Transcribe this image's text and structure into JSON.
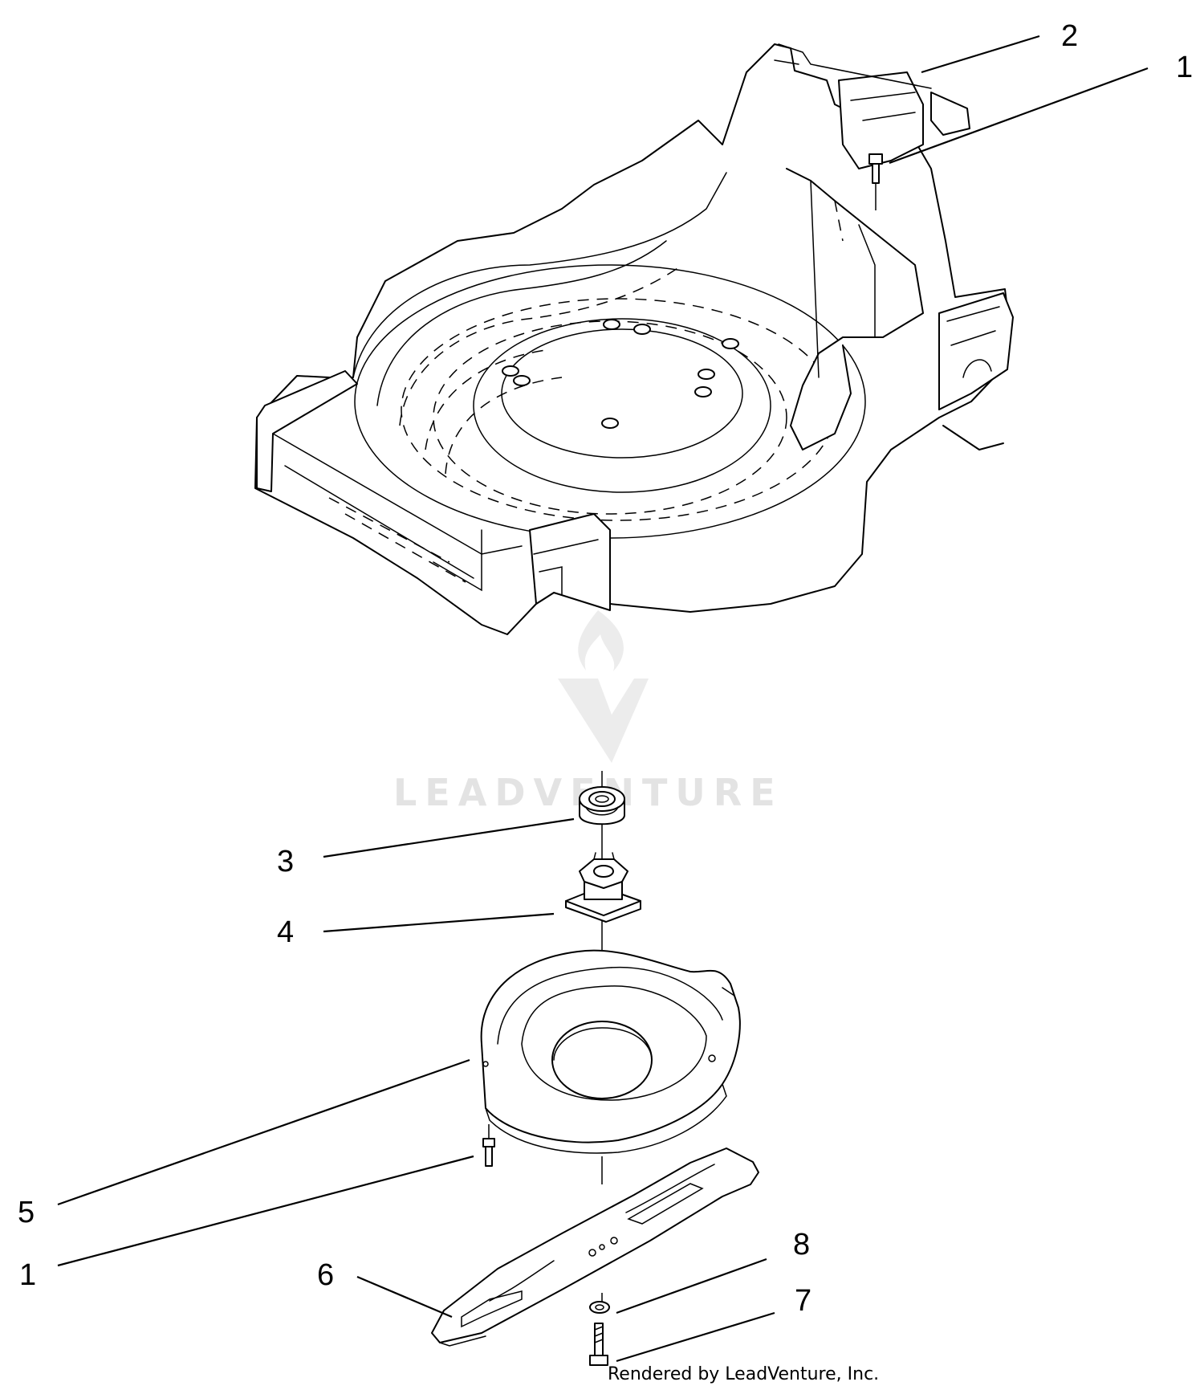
{
  "callouts": [
    {
      "id": "c2-top",
      "number": "2"
    },
    {
      "id": "c1-top",
      "number": "1"
    },
    {
      "id": "c3",
      "number": "3"
    },
    {
      "id": "c4",
      "number": "4"
    },
    {
      "id": "c5",
      "number": "5"
    },
    {
      "id": "c1-bottom",
      "number": "1"
    },
    {
      "id": "c6",
      "number": "6"
    },
    {
      "id": "c8",
      "number": "8"
    },
    {
      "id": "c7",
      "number": "7"
    }
  ],
  "watermark": {
    "text": "LEADVENTURE",
    "color": "#e3e3e3"
  },
  "credit": "Rendered by LeadVenture, Inc.",
  "colors": {
    "line": "#000000",
    "background": "#ffffff"
  }
}
